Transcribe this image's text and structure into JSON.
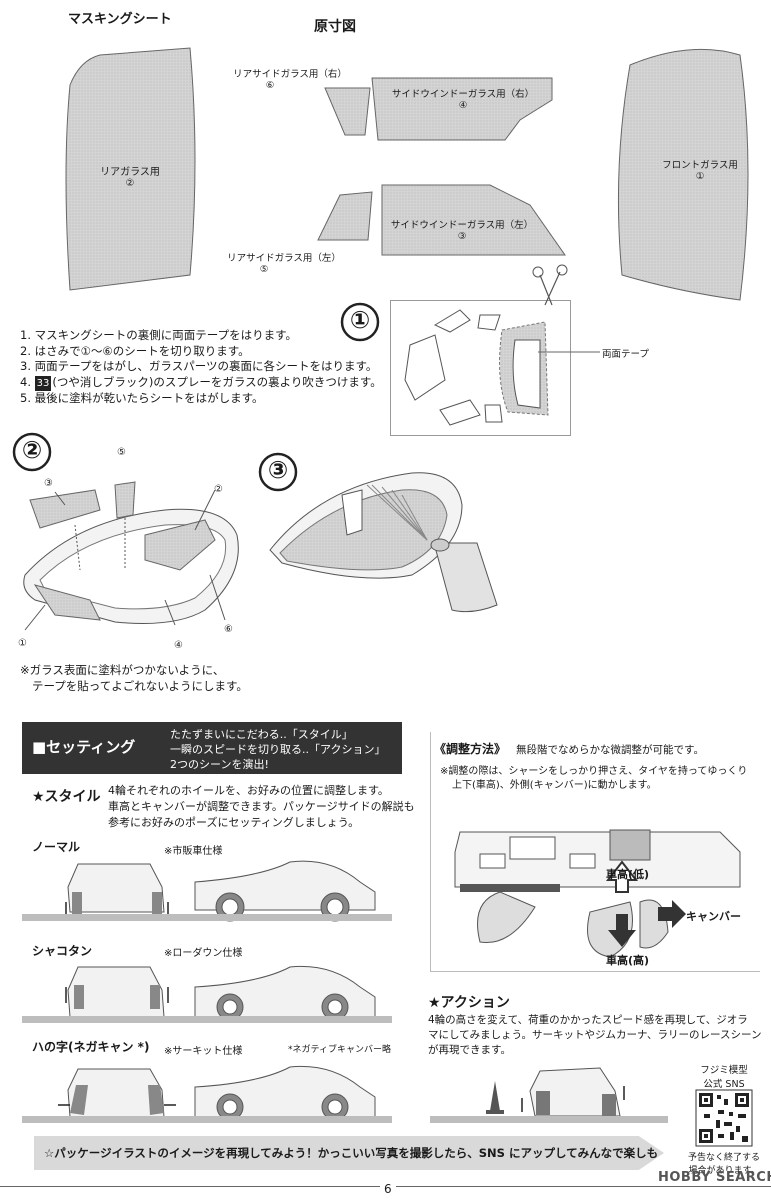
{
  "masking": {
    "title": "マスキングシート",
    "scale_label": "原寸図",
    "parts": {
      "rear_side_right": {
        "label": "リアサイドガラス用（右）",
        "num": "⑥"
      },
      "side_window_right": {
        "label": "サイドウインドーガラス用（右）",
        "num": "④"
      },
      "rear_glass": {
        "label": "リアガラス用",
        "num": "②"
      },
      "front_glass": {
        "label": "フロントガラス用",
        "num": "①"
      },
      "side_window_left": {
        "label": "サイドウインドーガラス用（左）",
        "num": "③"
      },
      "rear_side_left": {
        "label": "リアサイドガラス用（左）",
        "num": "⑤"
      }
    }
  },
  "steps": {
    "s1": "1. マスキングシートの裏側に両面テープをはります。",
    "s2": "2. はさみで①～⑥のシートを切り取ります。",
    "s3": "3. 両面テープをはがし、ガラスパーツの裏面に各シートをはります。",
    "s4_badge": "33",
    "s4": "(つや消しブラック)のスプレーをガラスの裏より吹きつけます。",
    "s4_prefix": "4. ",
    "s5": "5. 最後に塗料が乾いたらシートをはがします。"
  },
  "figures": {
    "fig1": "①",
    "fig2": "②",
    "fig3": "③",
    "tape_label": "両面テープ",
    "fig2_nums": {
      "n3": "③",
      "n5": "⑤",
      "n2": "②",
      "n1": "①",
      "n4": "④",
      "n6": "⑥"
    }
  },
  "note": {
    "line1": "※ガラス表面に塗料がつかないように、",
    "line2": "テープを貼ってよごれないようにします。"
  },
  "setting": {
    "title": "■セッティング",
    "desc1": "たたずまいにこだわる..「スタイル」",
    "desc2": "一瞬のスピードを切り取る..「アクション」",
    "desc3": "2つのシーンを演出!"
  },
  "style": {
    "title": "★スタイル",
    "desc1": "4輪それぞれのホイールを、お好みの位置に調整します。",
    "desc2": "車高とキャンバーが調整できます。パッケージサイドの解説も",
    "desc3": "参考にお好みのポーズにセッティングしましょう。",
    "normal": {
      "label": "ノーマル",
      "note": "※市販車仕様"
    },
    "shakotan": {
      "label": "シャコタン",
      "note": "※ローダウン仕様"
    },
    "hanoji": {
      "label": "ハの字(ネガキャン *)",
      "note": "※サーキット仕様",
      "footnote": "*ネガティブキャンバー略"
    }
  },
  "adjust": {
    "title": "《調整方法》",
    "title_desc": "無段階でなめらかな微調整が可能です。",
    "note1": "※調整の際は、シャーシをしっかり押さえ、タイヤを持ってゆっくり",
    "note2": "上下(車高)、外側(キャンバー)に動かします。",
    "height_low": "車高(低)",
    "height_high": "車高(高)",
    "camber": "キャンバー"
  },
  "action": {
    "title": "★アクション",
    "desc1": "4輪の高さを変えて、荷重のかかったスピード感を再現して、ジオラ",
    "desc2": "マにしてみましょう。サーキットやジムカーナ、ラリーのレースシーン",
    "desc3": "が再現できます。"
  },
  "sns": {
    "line1": "フジミ模型",
    "line2": "公式 SNS",
    "notice1": "予告なく終了する",
    "notice2": "場合があります。"
  },
  "banner": "☆パッケージイラストのイメージを再現してみよう！かっこいい写真を撮影したら、SNS にアップしてみんなで楽しもう！",
  "footer": {
    "page": "6",
    "watermark": "HOBBY SEARCH"
  }
}
